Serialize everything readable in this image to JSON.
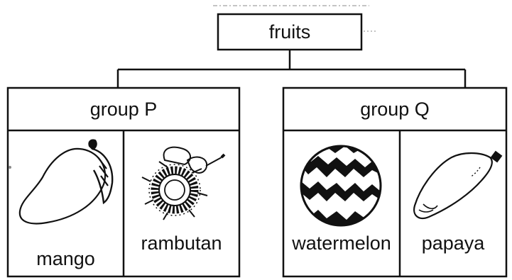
{
  "root": {
    "label": "fruits"
  },
  "groups": [
    {
      "label": "group P",
      "items": [
        "mango",
        "rambutan"
      ]
    },
    {
      "label": "group Q",
      "items": [
        "watermelon",
        "papaya"
      ]
    }
  ],
  "colors": {
    "line": "#111111",
    "background": "#ffffff"
  },
  "icons": [
    "mango-icon",
    "rambutan-icon",
    "watermelon-icon",
    "papaya-icon"
  ]
}
